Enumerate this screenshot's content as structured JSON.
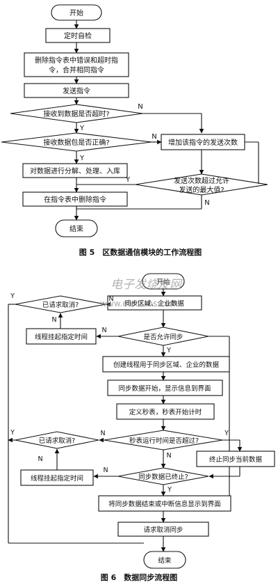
{
  "fig5": {
    "start": "开始",
    "selfcheck": "定时自检",
    "delete_line1": "删除指令表中错误和超时指",
    "delete_line2": "令，合并相同指令",
    "send": "发送指令",
    "timeout_q": "接收到数据是否超时?",
    "correct_q": "接收数据包是否正确?",
    "increase": "增加该指令的发送次数",
    "process": "对数据进行分解、处理、入库",
    "max_q_line1": "发送次数超过允许",
    "max_q_line2": "发送的最大值?",
    "remove": "在指令表中删除指令",
    "end": "结束",
    "caption": "图 5　区数据通信模块的工作流程图"
  },
  "fig6": {
    "start": "开始",
    "watermark_line1": "电子发烧友网",
    "watermark_line2": "www.elecfans.com",
    "top_box": "同步区域、企业数据",
    "cancel_q1": "已请求取消?",
    "allow_q": "是否允许同步",
    "suspend1": "线程挂起指定时间",
    "create": "创建线程用于同步区域、企业的数据",
    "sync_start": "同步数据开始，显示信息到界面",
    "stopwatch": "定义秒表，秒表开始计时",
    "cancel_q2": "已请求取消?",
    "overtime_q": "秒表运行时间是否超过?",
    "terminate": "终止同步当前数据",
    "suspend2": "线程挂起指定时间",
    "stopped_q": "同步数据已终止?",
    "show_end": "将同步数据结束或中断信息显示到界面",
    "req_cancel": "请求取消同步",
    "end": "结束",
    "caption": "图 6　数据同步流程图"
  },
  "labels": {
    "yes": "Y",
    "no": "N"
  }
}
